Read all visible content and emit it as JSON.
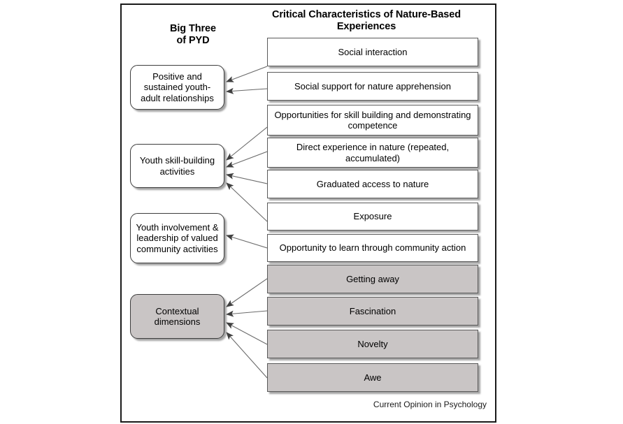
{
  "figure": {
    "headers": {
      "left": "Big Three\nof PYD",
      "right": "Critical Characteristics of Nature-Based Experiences"
    },
    "credit": "Current Opinion in Psychology",
    "colors": {
      "shaded_fill": "#c9c5c5",
      "plain_fill": "#ffffff",
      "border": "#5a5a5a",
      "frame": "#1a1a1a",
      "arrow": "#4a4a4a"
    },
    "pyd_boxes": [
      {
        "id": "positive-relationships",
        "label": "Positive and sustained youth-adult relationships",
        "shaded": false
      },
      {
        "id": "skill-building",
        "label": "Youth skill-building activities",
        "shaded": false
      },
      {
        "id": "youth-involvement",
        "label": "Youth involvement & leadership of valued community activities",
        "shaded": false
      },
      {
        "id": "contextual-dimensions",
        "label": "Contextual dimensions",
        "shaded": true
      }
    ],
    "characteristic_boxes": [
      {
        "id": "social-interaction",
        "label": "Social interaction",
        "shaded": false
      },
      {
        "id": "social-support",
        "label": "Social support for nature apprehension",
        "shaded": false
      },
      {
        "id": "skill-opportunities",
        "label": "Opportunities for skill building and demonstrating competence",
        "shaded": false
      },
      {
        "id": "direct-experience",
        "label": "Direct experience in nature (repeated, accumulated)",
        "shaded": false
      },
      {
        "id": "graduated-access",
        "label": "Graduated access to nature",
        "shaded": false
      },
      {
        "id": "exposure",
        "label": "Exposure",
        "shaded": false
      },
      {
        "id": "community-action",
        "label": "Opportunity to learn through community action",
        "shaded": false
      },
      {
        "id": "getting-away",
        "label": "Getting away",
        "shaded": true
      },
      {
        "id": "fascination",
        "label": "Fascination",
        "shaded": true
      },
      {
        "id": "novelty",
        "label": "Novelty",
        "shaded": true
      },
      {
        "id": "awe",
        "label": "Awe",
        "shaded": true
      }
    ],
    "links": [
      {
        "from": "social-interaction",
        "to": "positive-relationships"
      },
      {
        "from": "social-support",
        "to": "positive-relationships"
      },
      {
        "from": "skill-opportunities",
        "to": "skill-building"
      },
      {
        "from": "direct-experience",
        "to": "skill-building"
      },
      {
        "from": "graduated-access",
        "to": "skill-building"
      },
      {
        "from": "exposure",
        "to": "skill-building"
      },
      {
        "from": "community-action",
        "to": "youth-involvement"
      },
      {
        "from": "getting-away",
        "to": "contextual-dimensions"
      },
      {
        "from": "fascination",
        "to": "contextual-dimensions"
      },
      {
        "from": "novelty",
        "to": "contextual-dimensions"
      },
      {
        "from": "awe",
        "to": "contextual-dimensions"
      }
    ]
  }
}
